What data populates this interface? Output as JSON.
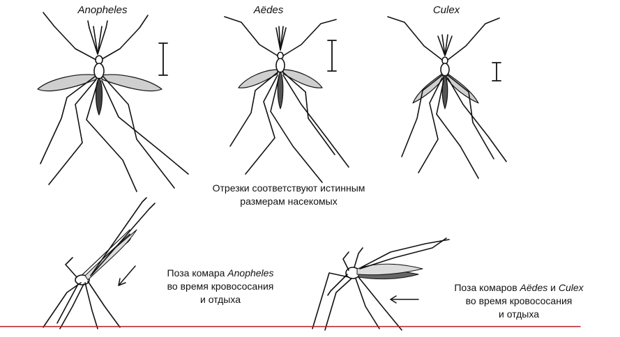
{
  "species": {
    "anopheles": "Anopheles",
    "aedes": "Aëdes",
    "culex": "Culex"
  },
  "scale_note": {
    "line1": "Отрезки соответствуют истинным",
    "line2": "размерам насекомых"
  },
  "pose_anopheles": {
    "prefix": "Поза комара ",
    "genus": "Anopheles",
    "line2": "во время кровососания",
    "line3": "и отдыха"
  },
  "pose_aedes_culex": {
    "prefix": "Поза комаров ",
    "genus1": "Aëdes",
    "conj": " и ",
    "genus2": "Culex",
    "line2": "во время кровососания",
    "line3": "и отдыха"
  },
  "colors": {
    "ink": "#111111",
    "ground": "#b21e1e",
    "wing": "#cfcfcf"
  }
}
